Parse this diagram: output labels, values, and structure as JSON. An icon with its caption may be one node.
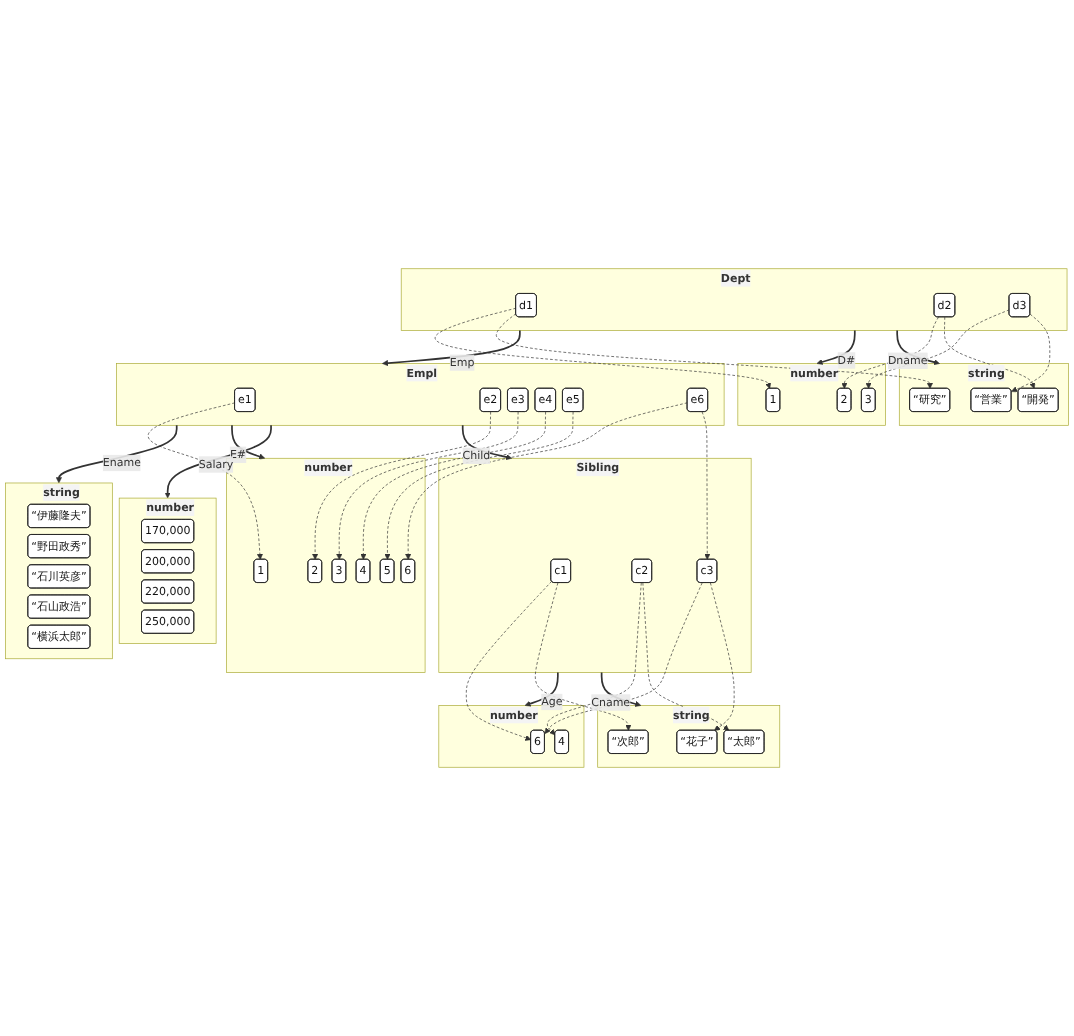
{
  "diagram": {
    "nodes": [
      {
        "text": [
          "string"
        ]
      },
      {
        "text": [
          "“伊藤隆夫”"
        ],
        "in": 0
      },
      {
        "text": [
          "“野田政秀”"
        ],
        "in": 0
      },
      {
        "text": [
          "“石川英彦”"
        ],
        "in": 0
      },
      {
        "text": [
          "“石山政浩”"
        ],
        "in": 0
      },
      {
        "text": [
          "“横浜太郎”"
        ],
        "in": 0
      },
      {
        "text": [
          "number"
        ]
      },
      {
        "text": [
          "1"
        ],
        "in": 6
      },
      {
        "text": [
          "2"
        ],
        "in": 6
      },
      {
        "text": [
          "3"
        ],
        "in": 6
      },
      {
        "text": [
          "4"
        ],
        "in": 6
      },
      {
        "text": [
          "5"
        ],
        "in": 6
      },
      {
        "text": [
          "6"
        ],
        "in": 6
      },
      {
        "text": [
          "number"
        ]
      },
      {
        "text": [
          "170,000"
        ],
        "in": 13
      },
      {
        "text": [
          "200,000"
        ],
        "in": 13
      },
      {
        "text": [
          "220,000"
        ],
        "in": 13
      },
      {
        "text": [
          "250,000"
        ],
        "in": 13
      },
      {
        "text": [
          "Empl"
        ]
      },
      {
        "text": [
          "e1"
        ],
        "in": 18
      },
      {
        "text": [
          "e2"
        ],
        "in": 18
      },
      {
        "text": [
          "e3"
        ],
        "in": 18
      },
      {
        "text": [
          "e4"
        ],
        "in": 18
      },
      {
        "text": [
          "e5"
        ],
        "in": 18
      },
      {
        "text": [
          "e6"
        ],
        "in": 18
      },
      {
        "text": [
          "Dept"
        ]
      },
      {
        "text": [
          "d1"
        ],
        "in": 25
      },
      {
        "text": [
          "d2"
        ],
        "in": 25
      },
      {
        "text": [
          "d3"
        ],
        "in": 25
      },
      {
        "text": [
          "Sibling"
        ]
      },
      {
        "text": [
          "c1"
        ],
        "in": 29
      },
      {
        "text": [
          "c2"
        ],
        "in": 29
      },
      {
        "text": [
          "c3"
        ],
        "in": 29
      },
      {
        "text": [
          "number"
        ]
      },
      {
        "text": [
          "1"
        ],
        "in": 33
      },
      {
        "text": [
          "2"
        ],
        "in": 33
      },
      {
        "text": [
          "3"
        ],
        "in": 33
      },
      {
        "text": [
          "string"
        ]
      },
      {
        "text": [
          "“営業”"
        ],
        "in": 37
      },
      {
        "text": [
          "“開発”"
        ],
        "in": 37
      },
      {
        "text": [
          "“研究”"
        ],
        "in": 37
      },
      {
        "text": [
          "number"
        ]
      },
      {
        "text": [
          "6"
        ],
        "in": 41
      },
      {
        "text": [
          "4"
        ],
        "in": 41
      },
      {
        "text": [
          "string"
        ]
      },
      {
        "text": [
          "“花子”"
        ],
        "in": 44
      },
      {
        "text": [
          "“次郎”"
        ],
        "in": 44
      },
      {
        "text": [
          "“太郎”"
        ],
        "in": 44
      }
    ],
    "edges": [
      {
        "from": 18,
        "to": 0,
        "arrow": "to",
        "label": "Ename"
      },
      {
        "from": 18,
        "to": 6,
        "arrow": "to",
        "label": "E#"
      },
      {
        "from": 18,
        "to": 13,
        "arrow": "to",
        "label": "Salary"
      },
      {
        "from": 25,
        "to": 18,
        "arrow": "to",
        "label": "Emp"
      },
      {
        "from": 18,
        "to": 29,
        "arrow": "to",
        "label": "Child"
      },
      {
        "from": 25,
        "to": 33,
        "arrow": "to",
        "label": "D#"
      },
      {
        "from": 25,
        "to": 37,
        "arrow": "to",
        "label": "Dname"
      },
      {
        "from": 29,
        "to": 41,
        "arrow": "to",
        "label": "Age"
      },
      {
        "from": 29,
        "to": 44,
        "arrow": "to",
        "label": "Cname"
      },
      {
        "from": 19,
        "to": 7,
        "arrow": "to",
        "style": "dashed"
      },
      {
        "from": 20,
        "to": 8,
        "arrow": "to",
        "style": "dashed"
      },
      {
        "from": 21,
        "to": 9,
        "arrow": "to",
        "style": "dashed"
      },
      {
        "from": 22,
        "to": 10,
        "arrow": "to",
        "style": "dashed"
      },
      {
        "from": 23,
        "to": 11,
        "arrow": "to",
        "style": "dashed"
      },
      {
        "from": 24,
        "to": 12,
        "arrow": "to",
        "style": "dashed"
      },
      {
        "from": 26,
        "to": 34,
        "arrow": "to",
        "style": "dashed"
      },
      {
        "from": 27,
        "to": 35,
        "arrow": "to",
        "style": "dashed"
      },
      {
        "from": 28,
        "to": 36,
        "arrow": "to",
        "style": "dashed"
      },
      {
        "from": 26,
        "to": 40,
        "arrow": "to",
        "style": "dashed"
      },
      {
        "from": 27,
        "to": 39,
        "arrow": "to",
        "style": "dashed"
      },
      {
        "from": 28,
        "to": 38,
        "arrow": "to",
        "style": "dashed"
      },
      {
        "from": 30,
        "to": 42,
        "arrow": "to",
        "style": "dashed"
      },
      {
        "from": 31,
        "to": 43,
        "arrow": "to",
        "style": "dashed"
      },
      {
        "from": 32,
        "to": 42,
        "arrow": "to",
        "style": "dashed"
      },
      {
        "from": 30,
        "to": 46,
        "arrow": "to",
        "style": "dashed"
      },
      {
        "from": 31,
        "to": 47,
        "arrow": "to",
        "style": "dashed"
      },
      {
        "from": 32,
        "to": 45,
        "arrow": "to",
        "style": "dashed"
      },
      {
        "from": 24,
        "to": 32,
        "arrow": "to",
        "style": "dashed"
      }
    ]
  }
}
